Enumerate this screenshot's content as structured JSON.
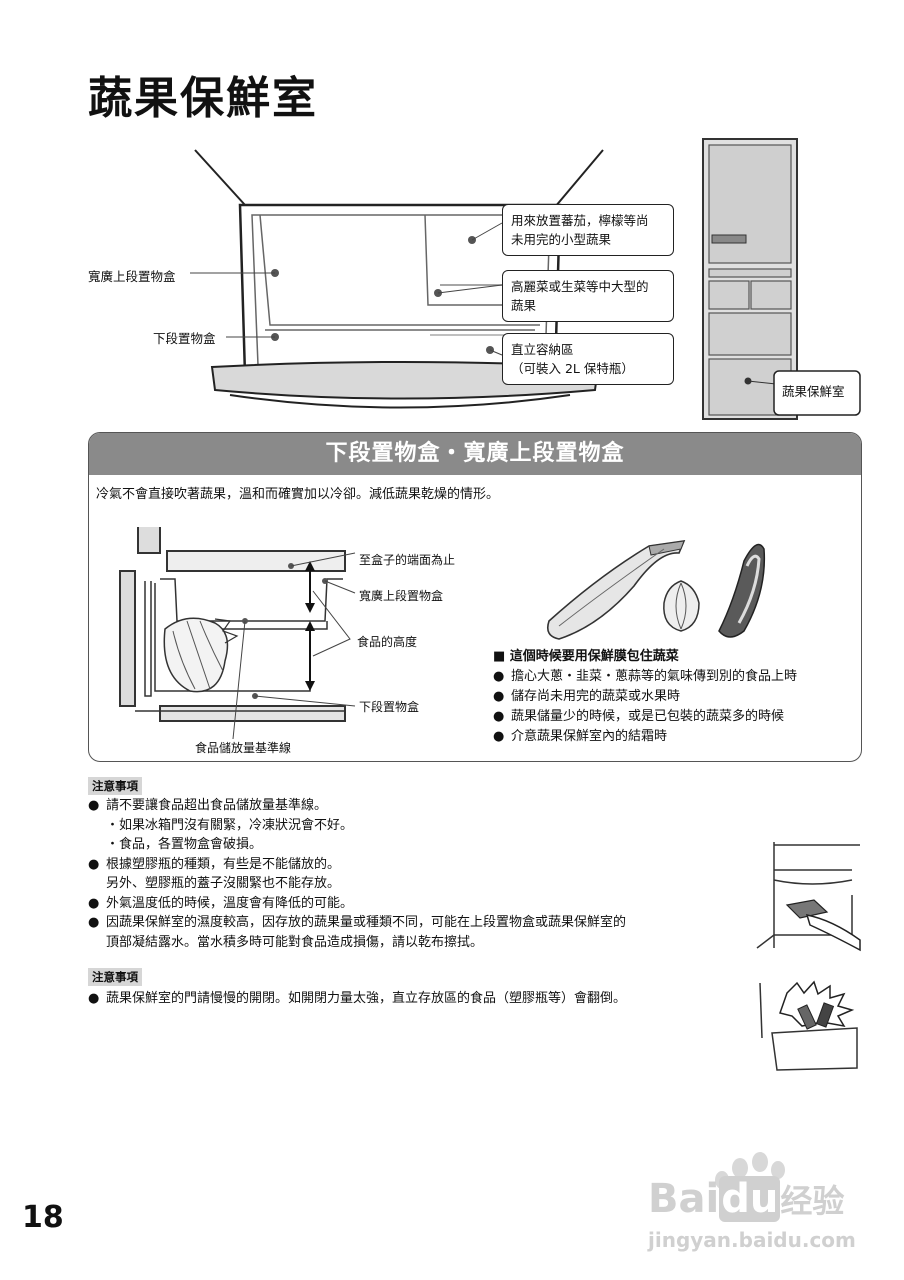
{
  "page": {
    "title": "蔬果保鮮室",
    "number": "18"
  },
  "top_diagram": {
    "callouts": [
      "用來放置蕃茄，檸檬等尚\n未用完的小型蔬果",
      "高麗菜或生菜等中大型的\n蔬果",
      "直立容納區\n（可裝入 2L 保特瓶）"
    ],
    "side_labels": [
      "寬廣上段置物盒",
      "下段置物盒"
    ],
    "fridge_label": "蔬果保鮮室"
  },
  "section": {
    "header": "下段置物盒・寬廣上段置物盒",
    "description": "冷氣不會直接吹著蔬果，溫和而確實加以冷卻。減低蔬果乾燥的情形。",
    "diagram_labels": {
      "box_end": "至盒子的端面為止",
      "upper_box": "寬廣上段置物盒",
      "food_height": "食品的高度",
      "lower_box": "下段置物盒",
      "baseline": "食品儲放量基準線"
    },
    "wrap": {
      "heading": "■ 這個時候要用保鮮膜包住蔬菜",
      "items": [
        "擔心大蔥・韭菜・蔥蒜等的氣味傳到別的食品上時",
        "儲存尚未用完的蔬菜或水果時",
        "蔬果儲量少的時候，或是已包裝的蔬菜多的時候",
        "介意蔬果保鮮室內的結霜時"
      ]
    }
  },
  "notice1": {
    "tag": "注意事項",
    "lines": [
      {
        "type": "bullet",
        "text": "請不要讓食品超出食品儲放量基準線。"
      },
      {
        "type": "dot",
        "text": "・如果冰箱門沒有關緊，冷凍狀況會不好。"
      },
      {
        "type": "dot",
        "text": "・食品，各置物盒會破損。"
      },
      {
        "type": "bullet",
        "text": "根據塑膠瓶的種類，有些是不能儲放的。"
      },
      {
        "type": "cont",
        "text": "另外、塑膠瓶的蓋子沒關緊也不能存放。"
      },
      {
        "type": "bullet",
        "text": "外氣溫度低的時候，溫度會有降低的可能。"
      },
      {
        "type": "bullet",
        "text": "因蔬果保鮮室的濕度較高，因存放的蔬果量或種類不同，可能在上段置物盒或蔬果保鮮室的"
      },
      {
        "type": "cont",
        "text": "頂部凝結露水。當水積多時可能對食品造成損傷，請以乾布擦拭。"
      }
    ]
  },
  "notice2": {
    "tag": "注意事項",
    "lines": [
      {
        "type": "bullet",
        "text": "蔬果保鮮室的門請慢慢的開閉。如開閉力量太強，直立存放區的食品（塑膠瓶等）會翻倒。"
      }
    ]
  },
  "watermark": {
    "brand_a": "Bai",
    "brand_b": "du",
    "brand_c": "经验",
    "url": "jingyan.baidu.com"
  }
}
